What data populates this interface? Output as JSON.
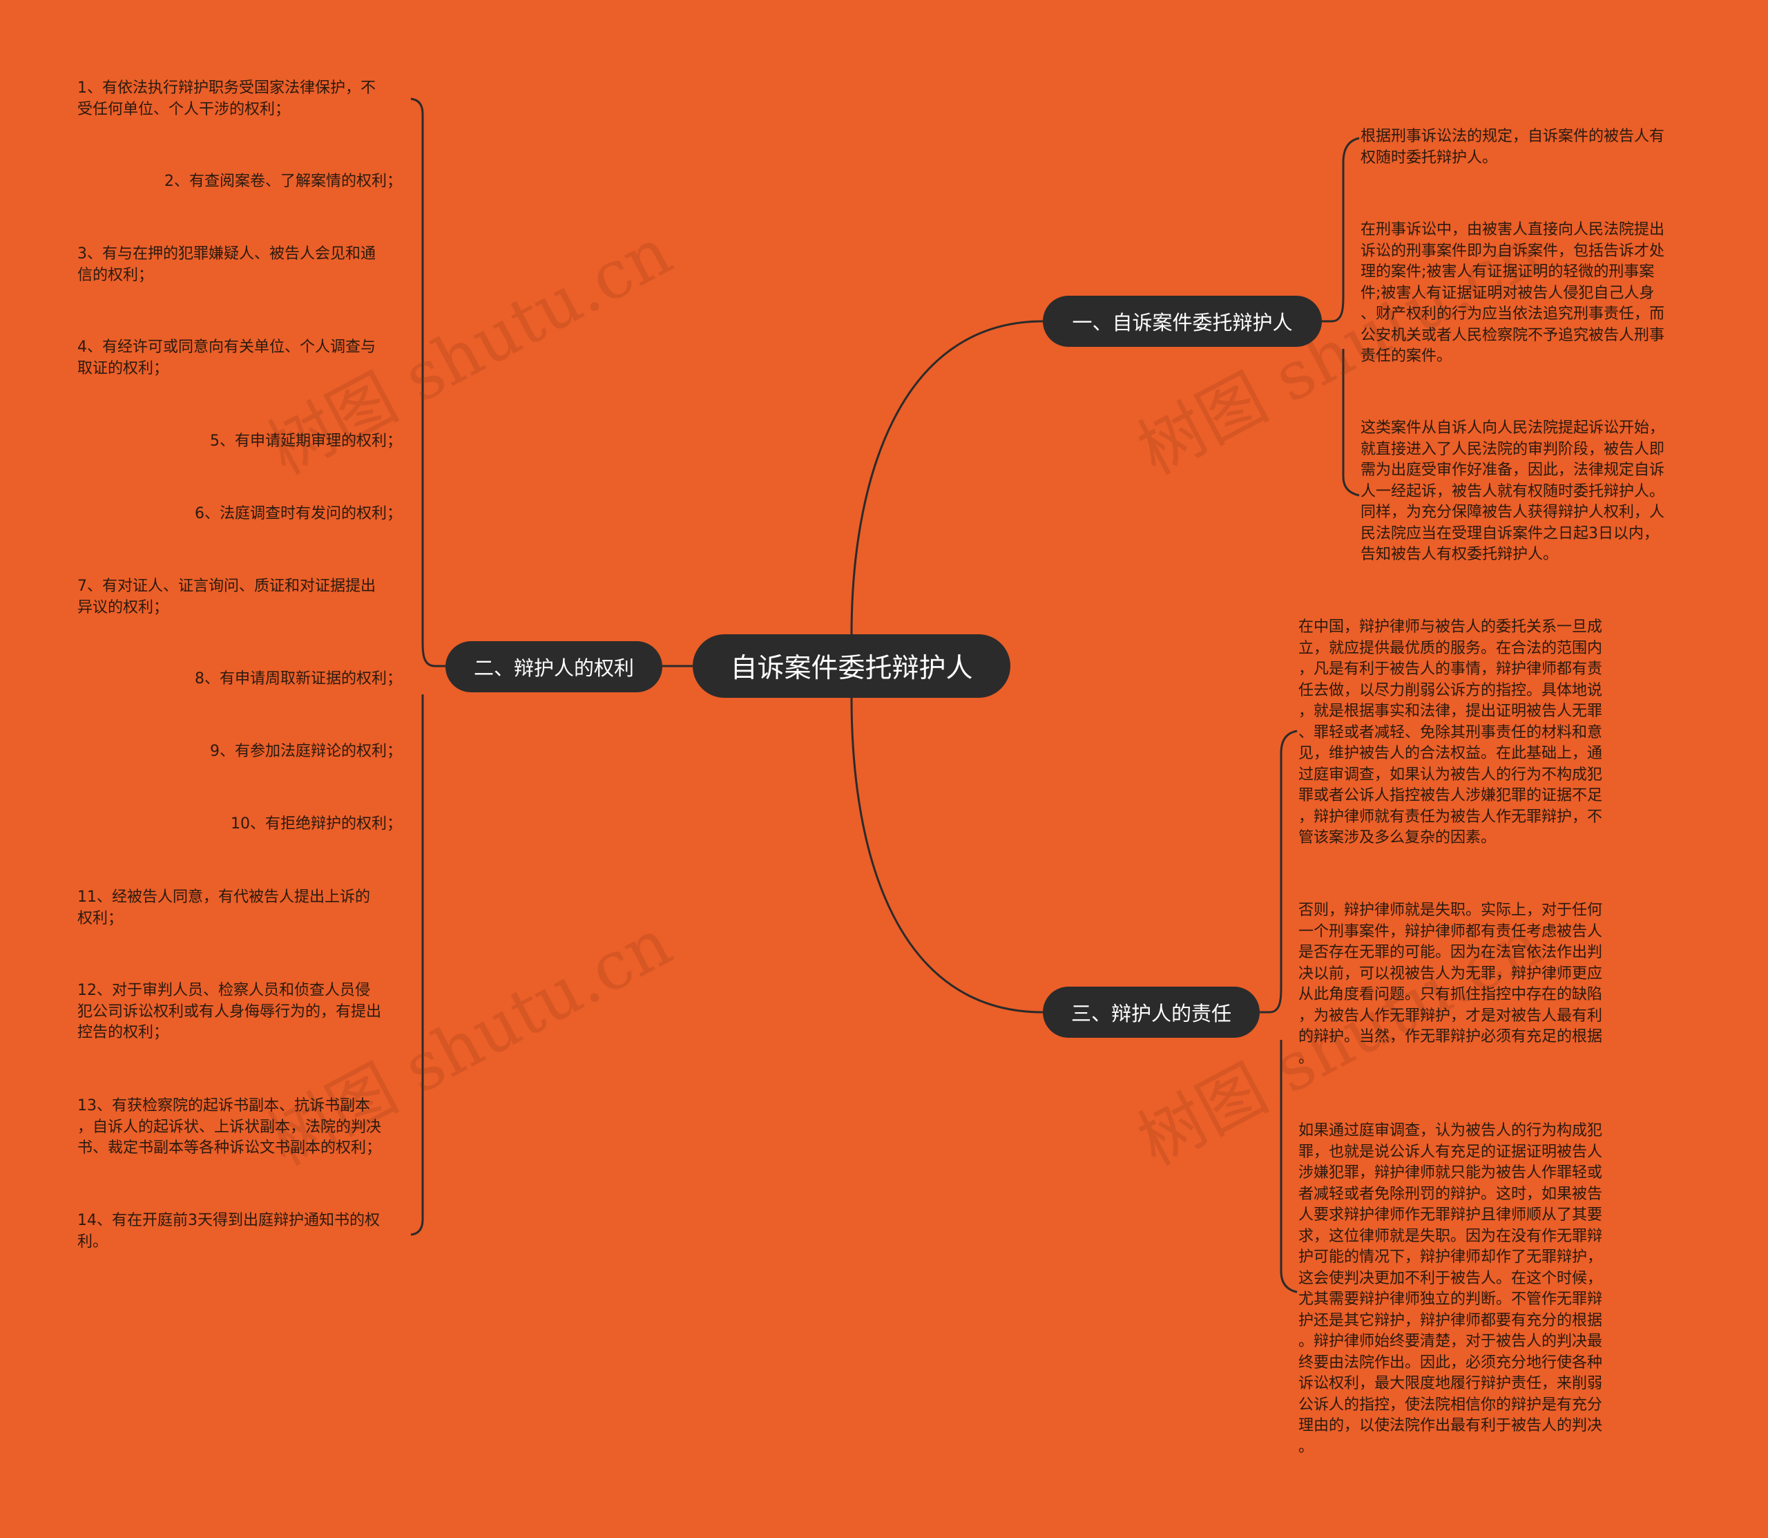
{
  "colors": {
    "background": "#EB5F28",
    "pill": "#2B2B2B",
    "pill_text": "#FFFFFF",
    "line": "#2B2B2B",
    "leaf_text": "#2A1A10"
  },
  "root": {
    "label": "自诉案件委托辩护人"
  },
  "branch1": {
    "label": "一、自诉案件委托辩护人",
    "items": [
      "根据刑事诉讼法的规定，自诉案件的被告人有\n权随时委托辩护人。",
      "在刑事诉讼中，由被害人直接向人民法院提出\n诉讼的刑事案件即为自诉案件，包括告诉才处\n理的案件;被害人有证据证明的轻微的刑事案\n件;被害人有证据证明对被告人侵犯自己人身\n、财产权利的行为应当依法追究刑事责任，而\n公安机关或者人民检察院不予追究被告人刑事\n责任的案件。",
      "这类案件从自诉人向人民法院提起诉讼开始，\n就直接进入了人民法院的审判阶段，被告人即\n需为出庭受审作好准备，因此，法律规定自诉\n人一经起诉，被告人就有权随时委托辩护人。\n同样，为充分保障被告人获得辩护人权利，人\n民法院应当在受理自诉案件之日起3日以内，\n告知被告人有权委托辩护人。"
    ]
  },
  "branch2": {
    "label": "二、辩护人的权利",
    "items": [
      "1、有依法执行辩护职务受国家法律保护，不\n受任何单位、个人干涉的权利；",
      "2、有查阅案卷、了解案情的权利；",
      "3、有与在押的犯罪嫌疑人、被告人会见和通\n信的权利；",
      "4、有经许可或同意向有关单位、个人调查与\n取证的权利；",
      "5、有申请延期审理的权利；",
      "6、法庭调查时有发问的权利；",
      "7、有对证人、证言询问、质证和对证据提出\n异议的权利；",
      "8、有申请周取新证据的权利；",
      "9、有参加法庭辩论的权利；",
      "10、有拒绝辩护的权利；",
      "11、经被告人同意，有代被告人提出上诉的\n权利；",
      "12、对于审判人员、检察人员和侦查人员侵\n犯公司诉讼权利或有人身侮辱行为的，有提出\n控告的权利；",
      "13、有获检察院的起诉书副本、抗诉书副本\n，自诉人的起诉状、上诉状副本，法院的判决\n书、裁定书副本等各种诉讼文书副本的权利；",
      "14、有在开庭前3天得到出庭辩护通知书的权\n利。"
    ]
  },
  "branch3": {
    "label": "三、辩护人的责任",
    "items": [
      "在中国，辩护律师与被告人的委托关系一旦成\n立，就应提供最优质的服务。在合法的范围内\n，凡是有利于被告人的事情，辩护律师都有责\n任去做，以尽力削弱公诉方的指控。具体地说\n，就是根据事实和法律，提出证明被告人无罪\n、罪轻或者减轻、免除其刑事责任的材料和意\n见，维护被告人的合法权益。在此基础上，通\n过庭审调查，如果认为被告人的行为不构成犯\n罪或者公诉人指控被告人涉嫌犯罪的证据不足\n，辩护律师就有责任为被告人作无罪辩护，不\n管该案涉及多么复杂的因素。",
      "否则，辩护律师就是失职。实际上，对于任何\n一个刑事案件，辩护律师都有责任考虑被告人\n是否存在无罪的可能。因为在法官依法作出判\n决以前，可以视被告人为无罪，辩护律师更应\n从此角度看问题。只有抓住指控中存在的缺陷\n，为被告人作无罪辩护，才是对被告人最有利\n的辩护。当然，作无罪辩护必须有充足的根据\n。",
      "如果通过庭审调查，认为被告人的行为构成犯\n罪，也就是说公诉人有充足的证据证明被告人\n涉嫌犯罪，辩护律师就只能为被告人作罪轻或\n者减轻或者免除刑罚的辩护。这时，如果被告\n人要求辩护律师作无罪辩护且律师顺从了其要\n求，这位律师就是失职。因为在没有作无罪辩\n护可能的情况下，辩护律师却作了无罪辩护，\n这会使判决更加不利于被告人。在这个时候，\n尤其需要辩护律师独立的判断。不管作无罪辩\n护还是其它辩护，辩护律师都要有充分的根据\n。辩护律师始终要清楚，对于被告人的判决最\n终要由法院作出。因此，必须充分地行使各种\n诉讼权利，最大限度地履行辩护责任，来削弱\n公诉人的指控，使法院相信你的辩护是有充分\n理由的，以使法院作出最有利于被告人的判决\n。"
    ]
  },
  "watermark": "树图 shutu.cn"
}
